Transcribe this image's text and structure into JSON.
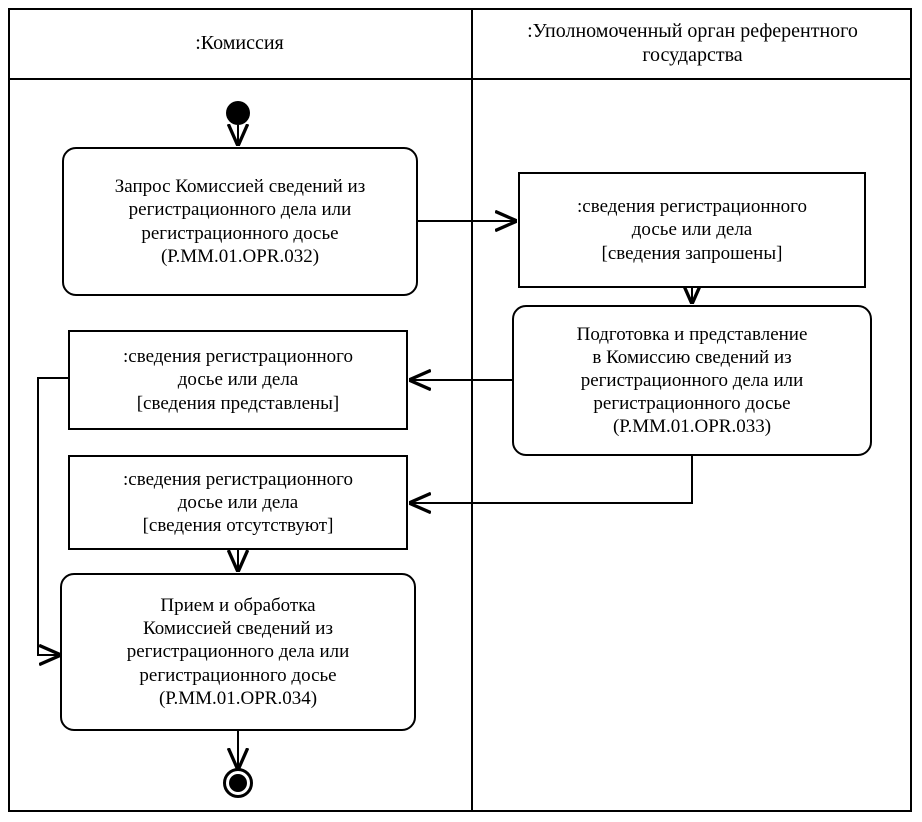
{
  "diagram": {
    "kind": "uml-activity-diagram",
    "stroke_color": "#000000",
    "background_color": "#ffffff"
  },
  "lanes": [
    {
      "id": "commission",
      "title": ":Комиссия"
    },
    {
      "id": "authority",
      "title": ":Уполномоченный орган\nреферентного государства"
    }
  ],
  "nodes": {
    "start": {
      "type": "initial-node"
    },
    "a1": {
      "type": "activity",
      "lane": "commission",
      "text": "Запрос Комиссией сведений из\nрегистрационного дела или\nрегистрационного досье\n(Р.ММ.01.OPR.032)",
      "code": "Р.ММ.01.OPR.032"
    },
    "o1": {
      "type": "object-node",
      "lane": "authority",
      "text": ":сведения регистрационного\nдосье или дела\n[сведения запрошены]",
      "state": "[сведения запрошены]"
    },
    "a2": {
      "type": "activity",
      "lane": "authority",
      "text": "Подготовка и представление\nв Комиссию сведений из\nрегистрационного дела или\nрегистрационного досье\n(Р.ММ.01.OPR.033)",
      "code": "Р.ММ.01.OPR.033"
    },
    "o2": {
      "type": "object-node",
      "lane": "commission",
      "text": ":сведения регистрационного\nдосье или дела\n[сведения представлены]",
      "state": "[сведения представлены]"
    },
    "o3": {
      "type": "object-node",
      "lane": "commission",
      "text": ":сведения регистрационного\nдосье или дела\n[сведения отсутствуют]",
      "state": "[сведения отсутствуют]"
    },
    "a3": {
      "type": "activity",
      "lane": "commission",
      "text": "Прием и обработка\nКомиссией сведений из\nрегистрационного дела или\nрегистрационного досье\n(Р.ММ.01.OPR.034)",
      "code": "Р.ММ.01.OPR.034"
    },
    "end": {
      "type": "final-node"
    }
  },
  "edges": [
    {
      "from": "start",
      "to": "a1"
    },
    {
      "from": "a1",
      "to": "o1"
    },
    {
      "from": "o1",
      "to": "a2"
    },
    {
      "from": "a2",
      "to": "o2"
    },
    {
      "from": "a2",
      "to": "o3"
    },
    {
      "from": "o2",
      "to": "a3"
    },
    {
      "from": "o3",
      "to": "a3"
    },
    {
      "from": "a3",
      "to": "end"
    }
  ]
}
